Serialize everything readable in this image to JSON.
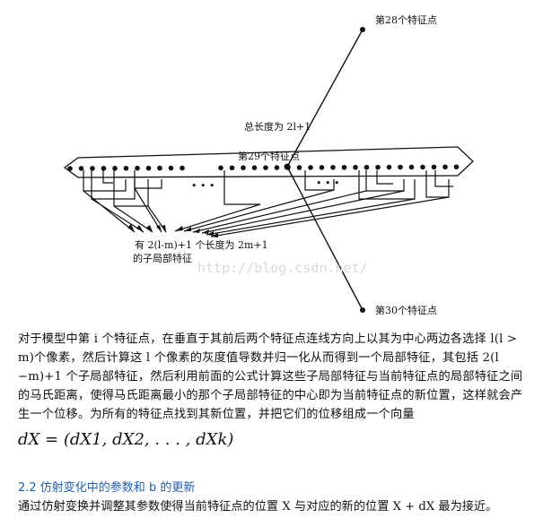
{
  "figure": {
    "label_28": "第28个特征点",
    "label_30": "第30个特征点",
    "label_29": "第29个特征点",
    "total_length": "总长度为 2l+1",
    "sub_features_line1": "有 2(l-m)+1 个长度为 2m+1",
    "sub_features_line2": "的子局部特征",
    "watermark": "http://blog.csdn.net/"
  },
  "paragraph": "对于模型中第 i 个特征点，在垂直于其前后两个特征点连线方向上以其为中心两边各选择 l(l > m)个像素，然后计算这 l 个像素的灰度值导数并归一化从而得到一个局部特征，其包括 2(l −m)+1 个子局部特征，然后利用前面的公式计算这些子局部特征与当前特征点的局部特征之间的马氏距离，使得马氏距离最小的那个子局部特征的中心即为当前特征点的新位置，这样就会产生一个位移。为所有的特征点找到其新位置，并把它们的位移组成一个向量",
  "formula": "dX = (dX1, dX2, . . . , dXk)",
  "section_heading": "2.2 仿射变化中的参数和 b 的更新",
  "closing_text": "通过仿射变换并调整其参数使得当前特征点的位置 X 与对应的新的位置 X + dX 最为接近。"
}
